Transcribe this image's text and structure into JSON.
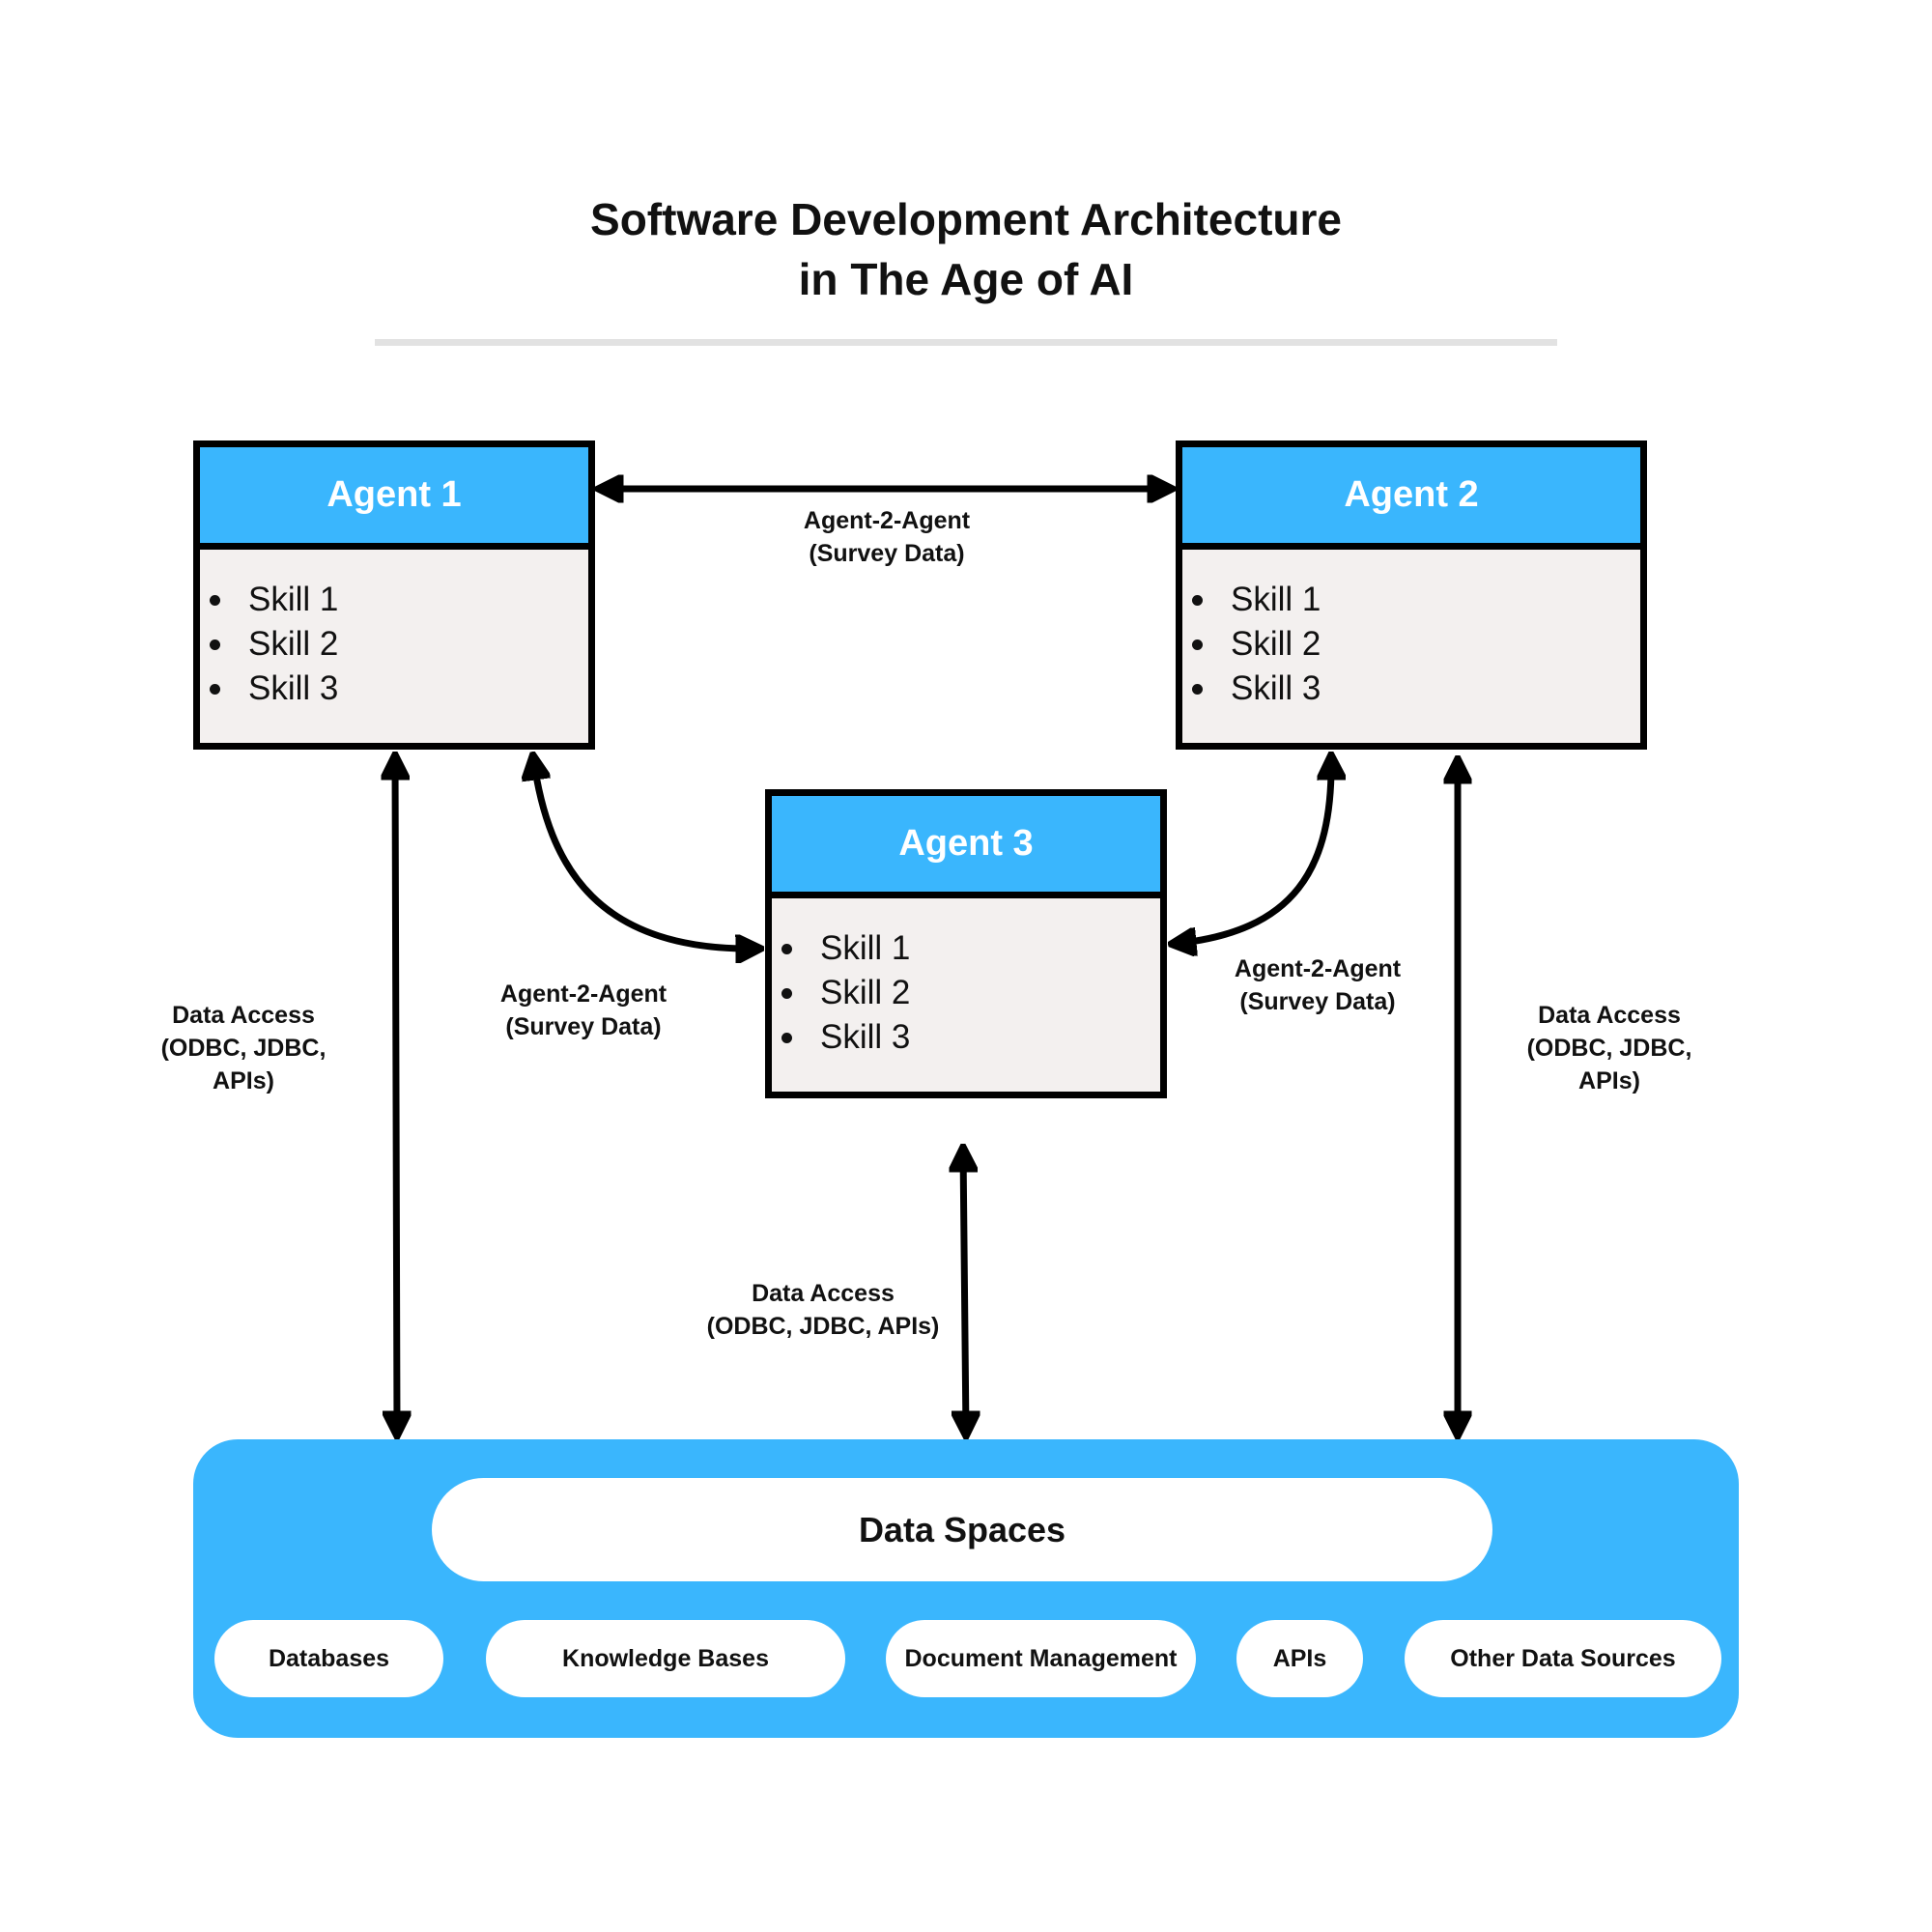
{
  "title": {
    "line1": "Software Development Architecture",
    "line2": "in The Age of AI"
  },
  "agents": [
    {
      "name": "Agent 1",
      "skills": [
        "Skill 1",
        "Skill 2",
        "Skill 3"
      ]
    },
    {
      "name": "Agent 2",
      "skills": [
        "Skill 1",
        "Skill 2",
        "Skill 3"
      ]
    },
    {
      "name": "Agent 3",
      "skills": [
        "Skill 1",
        "Skill 2",
        "Skill 3"
      ]
    }
  ],
  "connections": {
    "agent1_agent2": {
      "line1": "Agent-2-Agent",
      "line2": "(Survey Data)"
    },
    "agent1_agent3": {
      "line1": "Agent-2-Agent",
      "line2": "(Survey Data)"
    },
    "agent2_agent3": {
      "line1": "Agent-2-Agent",
      "line2": "(Survey Data)"
    },
    "agent1_data": {
      "line1": "Data Access",
      "line2": "(ODBC, JDBC,",
      "line3": "APIs)"
    },
    "agent2_data": {
      "line1": "Data Access",
      "line2": "(ODBC, JDBC,",
      "line3": "APIs)"
    },
    "agent3_data": {
      "line1": "Data Access",
      "line2": "(ODBC, JDBC, APIs)"
    }
  },
  "data_spaces": {
    "title": "Data Spaces",
    "sources": [
      "Databases",
      "Knowledge Bases",
      "Document Management",
      "APIs",
      "Other Data Sources"
    ]
  },
  "colors": {
    "accent": "#3ab6fd",
    "box_body": "#f3f0ef",
    "divider": "#e2e2e2"
  }
}
